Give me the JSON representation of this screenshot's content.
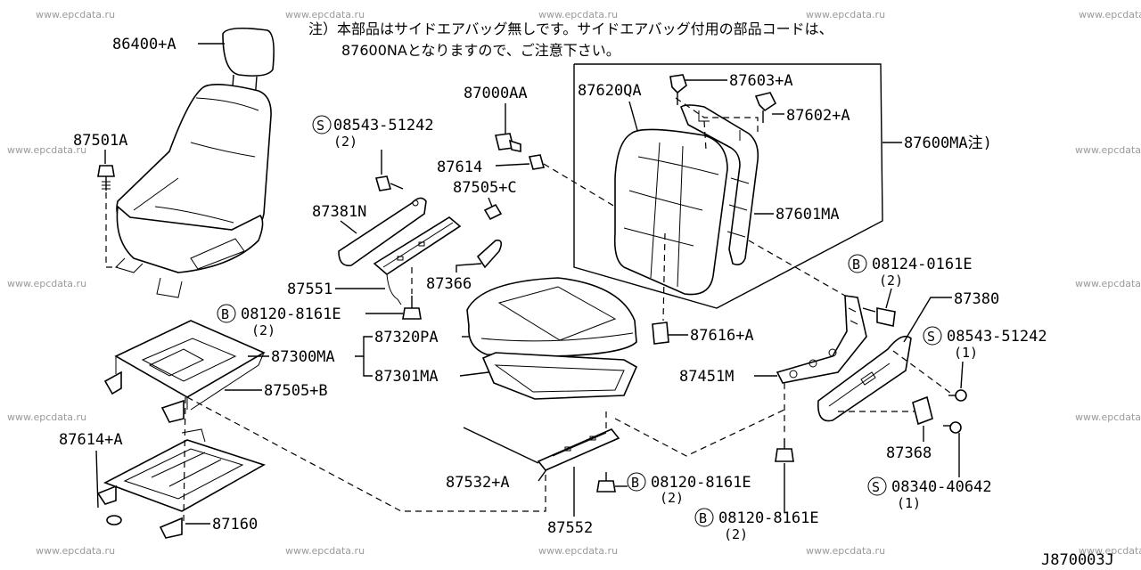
{
  "watermark": "www.epcdata.ru",
  "note": {
    "line1": "注）本部品はサイドエアバッグ無しです。サイドエアバッグ付用の部品コードは、",
    "line2": "87600NAとなりますので、ご注意下さい。"
  },
  "labels": {
    "l86400a": "86400+A",
    "l87501a": "87501A",
    "l08543_1": "08543-51242",
    "l08543_1q": "(2)",
    "l87000aa": "87000AA",
    "l87614": "87614",
    "l87505c": "87505+C",
    "l87381n": "87381N",
    "l87551": "87551",
    "l87366": "87366",
    "l08120_1": "08120-8161E",
    "l08120_1q": "(2)",
    "l87300ma": "87300MA",
    "l87505b": "87505+B",
    "l87320pa": "87320PA",
    "l87301ma": "87301MA",
    "l87614a": "87614+A",
    "l87160": "87160",
    "l87532a": "87532+A",
    "l87552": "87552",
    "l08120_2": "08120-8161E",
    "l08120_2q": "(2)",
    "l08120_3": "08120-8161E",
    "l08120_3q": "(2)",
    "l87620qa": "87620QA",
    "l87603a": "87603+A",
    "l87602a": "87602+A",
    "l87600ma": "87600MA注)",
    "l87601ma": "87601MA",
    "l87616a": "87616+A",
    "l08124": "08124-0161E",
    "l08124q": "(2)",
    "l87380": "87380",
    "l08543_2": "08543-51242",
    "l08543_2q": "(1)",
    "l87451m": "87451M",
    "l87368": "87368",
    "l08340": "08340-40642",
    "l08340q": "(1)",
    "diagram_code": "J870003J"
  },
  "symbols": {
    "s": "S",
    "b": "B"
  }
}
